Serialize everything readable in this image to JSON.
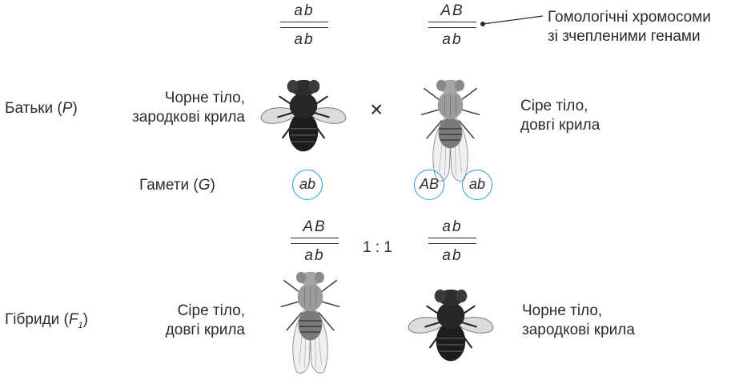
{
  "parents": {
    "row_label": "Батьки (",
    "row_label_sym": "P",
    "row_label_end": ")",
    "left": {
      "genotype_top": "ab",
      "genotype_bottom": "ab",
      "phenotype_l1": "Чорне тіло,",
      "phenotype_l2": "зародкові крила",
      "icon": "fly-black-vestigial"
    },
    "cross_symbol": "×",
    "right": {
      "genotype_top": "AB",
      "genotype_bottom": "ab",
      "phenotype_l1": "Сіре тіло,",
      "phenotype_l2": "довгі крила",
      "icon": "fly-grey-long"
    },
    "annotation_l1": "Гомологічні хромосоми",
    "annotation_l2": "зі зчепленими генами"
  },
  "gametes": {
    "label": "Гамети (",
    "label_sym": "G",
    "label_end": ")",
    "left": [
      "ab"
    ],
    "right": [
      "AB",
      "ab"
    ],
    "circle_color": "#1aa3d9"
  },
  "hybrids": {
    "row_label": "Гібриди (",
    "row_label_sym": "F",
    "row_label_sub": "1",
    "row_label_end": ")",
    "ratio": "1 : 1",
    "left": {
      "genotype_top": "AB",
      "genotype_bottom": "ab",
      "phenotype_l1": "Сіре тіло,",
      "phenotype_l2": "довгі крила",
      "icon": "fly-grey-long"
    },
    "right": {
      "genotype_top": "ab",
      "genotype_bottom": "ab",
      "phenotype_l1": "Чорне тіло,",
      "phenotype_l2": "зародкові крила",
      "icon": "fly-black-vestigial"
    }
  }
}
